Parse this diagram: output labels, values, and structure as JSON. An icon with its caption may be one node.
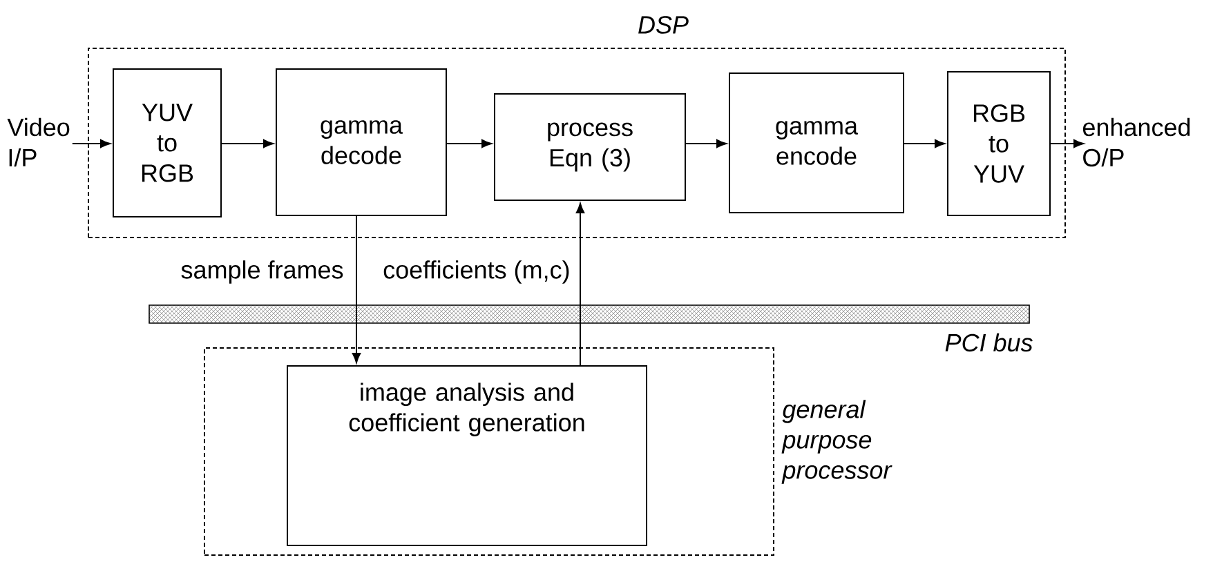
{
  "diagram": {
    "nodes": [
      {
        "text": [
          "DSP"
        ]
      },
      {
        "text": [
          "Video I/P"
        ]
      },
      {
        "text": [
          "YUV to RGB"
        ],
        "in": 0
      },
      {
        "text": [
          "gamma decode"
        ],
        "in": 0
      },
      {
        "text": [
          "process Eqn (3)"
        ],
        "in": 0
      },
      {
        "text": [
          "gamma encode"
        ],
        "in": 0
      },
      {
        "text": [
          "RGB to YUV"
        ],
        "in": 0
      },
      {
        "text": [
          "enhanced O/P"
        ]
      },
      {
        "text": [
          "general purpose processor"
        ]
      },
      {
        "text": [
          "image analysis and coefficient generation"
        ],
        "in": 8
      }
    ],
    "edges": [
      {
        "from": 1,
        "to": 2,
        "arrow": "to"
      },
      {
        "from": 2,
        "to": 3,
        "arrow": "to"
      },
      {
        "from": 3,
        "to": 4,
        "arrow": "to"
      },
      {
        "from": 4,
        "to": 5,
        "arrow": "to"
      },
      {
        "from": 5,
        "to": 6,
        "arrow": "to"
      },
      {
        "from": 6,
        "to": 7,
        "arrow": "to"
      },
      {
        "from": 3,
        "to": 9,
        "arrow": "to",
        "label": "sample frames"
      },
      {
        "from": 9,
        "to": 4,
        "arrow": "to",
        "label": "coefficients (m,c)"
      }
    ],
    "labels": [
      "PCI bus"
    ]
  }
}
